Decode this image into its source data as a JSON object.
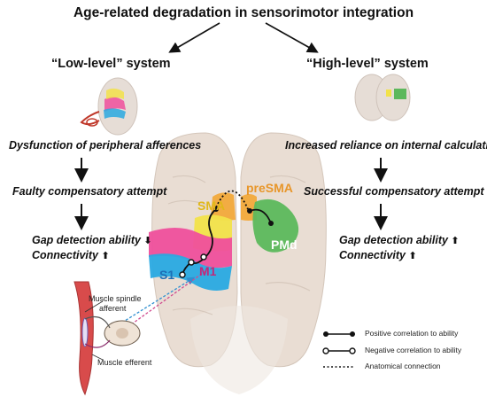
{
  "title": "Age-related degradation in sensorimotor integration",
  "left": {
    "system": "“Low-level” system",
    "dysfunction": "Dysfunction of peripheral afferences",
    "attempt": "Faulty compensatory attempt",
    "gap": "Gap detection ability",
    "gap_arrow": "⬇",
    "connectivity": "Connectivity",
    "connectivity_arrow": "⬆"
  },
  "right": {
    "system": "“High-level” system",
    "reliance": "Increased reliance on internal calculation",
    "attempt": "Successful compensatory attempt",
    "gap": "Gap detection ability",
    "gap_arrow": "⬆",
    "connectivity": "Connectivity",
    "connectivity_arrow": "⬆"
  },
  "regions": {
    "presma": "preSMA",
    "sma": "SMA",
    "pmd": "PMd",
    "s1": "S1",
    "m1": "M1"
  },
  "muscle": {
    "spindle": "Muscle spindle",
    "afferent": "afferent",
    "efferent": "Muscle efferent"
  },
  "legend": {
    "positive": "Positive correlation to ability",
    "negative": "Negative correlation to ability",
    "anatomical": "Anatomical connection"
  },
  "colors": {
    "presma": "#f2a93b",
    "sma": "#f2e24a",
    "pmd": "#5cb85c",
    "s1": "#29a9e1",
    "m1": "#ef4f9c",
    "brain": "#e9dcd2"
  }
}
